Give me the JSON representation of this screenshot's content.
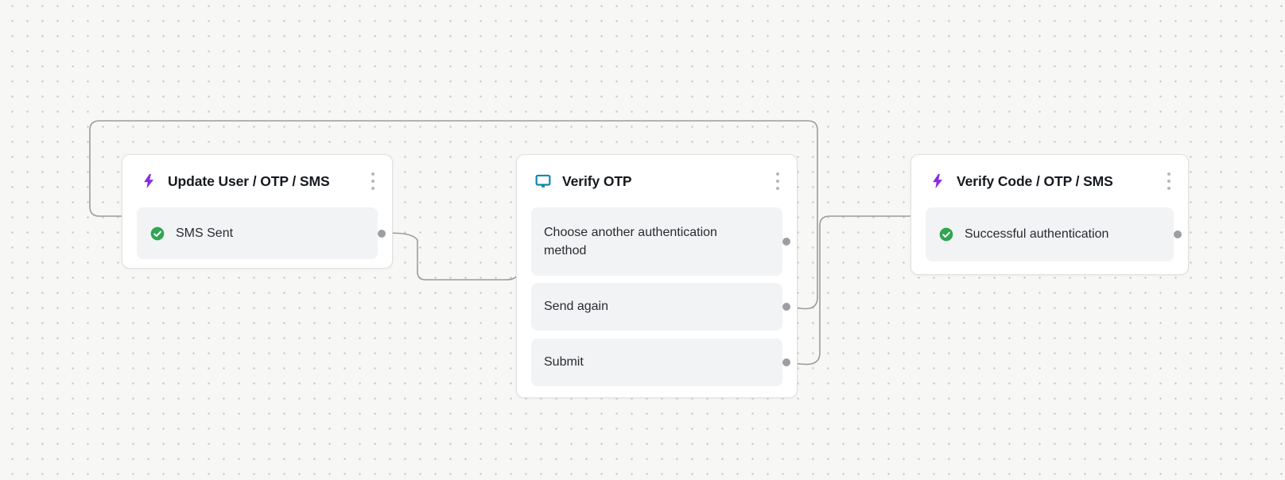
{
  "canvas": {
    "background_color": "#f7f7f6",
    "grid_dot_color": "#c9c9c9",
    "edge_color": "#9c9c9c",
    "port_color": "#9b9fa3"
  },
  "nodes": [
    {
      "title": "Update User / OTP / SMS",
      "icon": "lightning-icon",
      "icon_color": "#8a2be2",
      "menu_icon": "kebab-menu-icon",
      "outputs": [
        {
          "label": "SMS Sent",
          "status_icon": "check-circle-icon",
          "status_color": "#31a552"
        }
      ]
    },
    {
      "title": "Verify OTP",
      "icon": "monitor-icon",
      "icon_color": "#1286ac",
      "menu_icon": "kebab-menu-icon",
      "outputs": [
        {
          "label": "Choose another authentication method"
        },
        {
          "label": "Send again"
        },
        {
          "label": "Submit"
        }
      ]
    },
    {
      "title": "Verify Code / OTP / SMS",
      "icon": "lightning-icon",
      "icon_color": "#8a2be2",
      "menu_icon": "kebab-menu-icon",
      "outputs": [
        {
          "label": "Successful authentication",
          "status_icon": "check-circle-icon",
          "status_color": "#31a552"
        }
      ]
    }
  ],
  "edges": [
    {
      "from_node": "Update User / OTP / SMS",
      "from_output": "SMS Sent",
      "to_node": "Verify OTP"
    },
    {
      "from_node": "Verify OTP",
      "from_output": "Send again",
      "to_node": "Update User / OTP / SMS"
    },
    {
      "from_node": "Verify OTP",
      "from_output": "Submit",
      "to_node": "Verify Code / OTP / SMS"
    }
  ]
}
